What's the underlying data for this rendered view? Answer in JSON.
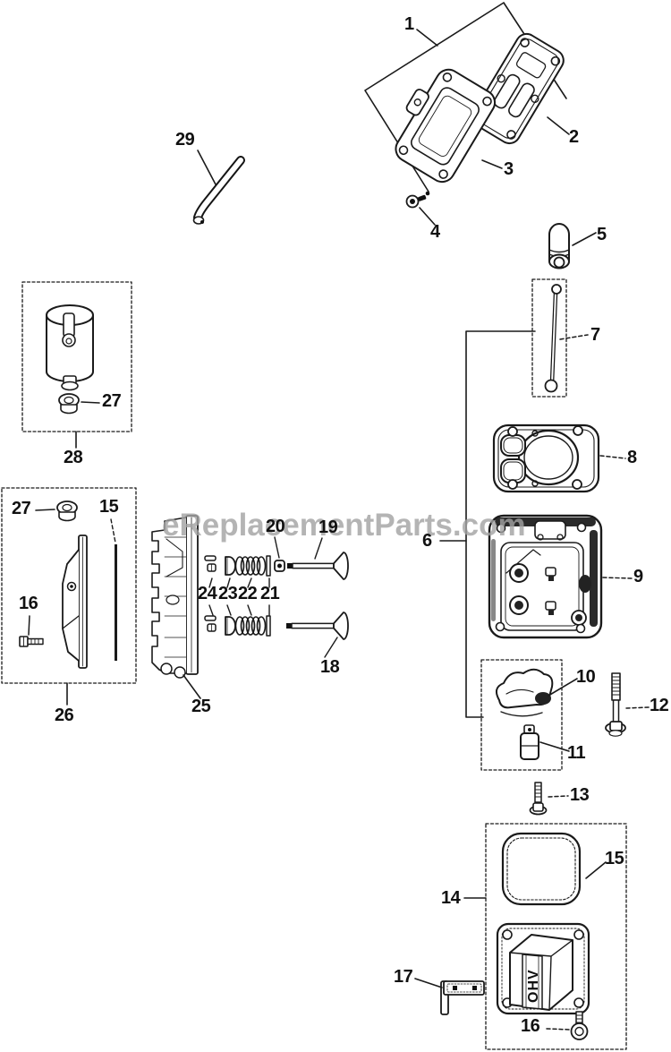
{
  "watermark": "eReplacementParts.com",
  "ohv_text": "OHV",
  "labels": {
    "n1": "1",
    "n2": "2",
    "n3": "3",
    "n4": "4",
    "n5": "5",
    "n6": "6",
    "n7": "7",
    "n8": "8",
    "n9": "9",
    "n10": "10",
    "n11": "11",
    "n12": "12",
    "n13": "13",
    "n14": "14",
    "n15": "15",
    "n16": "16",
    "n17": "17",
    "n18": "18",
    "n19": "19",
    "n20": "20",
    "n21": "21",
    "n22": "22",
    "n23": "23",
    "n24": "24",
    "n25": "25",
    "n26": "26",
    "n27": "27",
    "n28": "28",
    "n29": "29"
  },
  "colors": {
    "line": "#1a1a1a",
    "shade": "#2a2a2a",
    "watermark": "#a2a2a2",
    "background": "#ffffff"
  }
}
